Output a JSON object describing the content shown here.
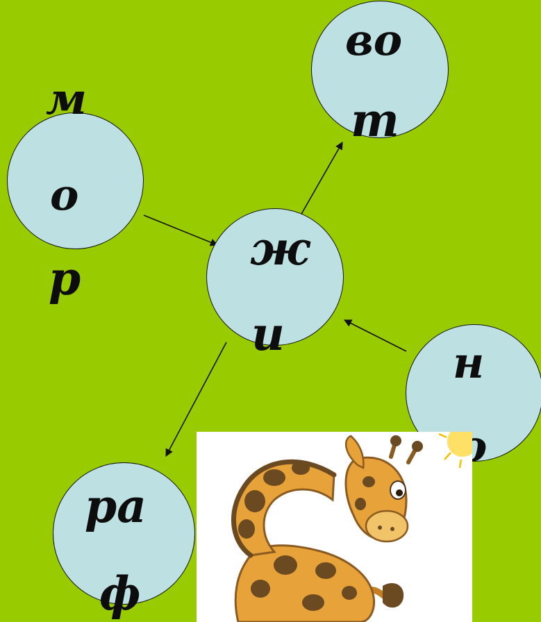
{
  "nodes": {
    "mor": {
      "top": "м",
      "mid": "о",
      "bot": "р"
    },
    "vot": {
      "top": "во",
      "bot": "т"
    },
    "zhi": {
      "top": "ж",
      "bot": "и"
    },
    "no": {
      "top": "н",
      "bot": "о"
    },
    "raf": {
      "top": "ра",
      "bot": "ф"
    }
  },
  "picture": {
    "icon": "giraffe-illustration"
  },
  "colors": {
    "background": "#99cc00",
    "bubble": "#bde0e2",
    "giraffe_body": "#e8a23a",
    "giraffe_spots": "#6b4a22"
  }
}
